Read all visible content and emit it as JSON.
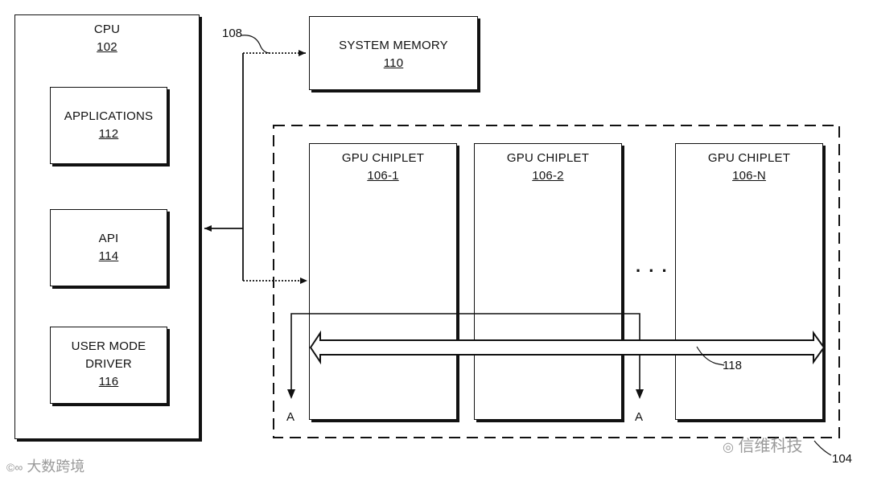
{
  "cpu": {
    "title": "CPU",
    "ref": "102"
  },
  "applications": {
    "title": "APPLICATIONS",
    "ref": "112"
  },
  "api": {
    "title": "API",
    "ref": "114"
  },
  "umd": {
    "line1": "USER MODE",
    "line2": "DRIVER",
    "ref": "116"
  },
  "system_memory": {
    "title": "SYSTEM MEMORY",
    "ref": "110"
  },
  "chiplets": [
    {
      "title": "GPU CHIPLET",
      "ref": "106-1"
    },
    {
      "title": "GPU CHIPLET",
      "ref": "106-2"
    },
    {
      "title": "GPU CHIPLET",
      "ref": "106-N"
    }
  ],
  "ellipsis": ". . .",
  "labels": {
    "bus_ref": "108",
    "crossbar_ref": "118",
    "package_ref": "104",
    "section_a_left": "A",
    "section_a_right": "A"
  },
  "watermarks": {
    "left": "大数跨境",
    "right": "信维科技"
  }
}
